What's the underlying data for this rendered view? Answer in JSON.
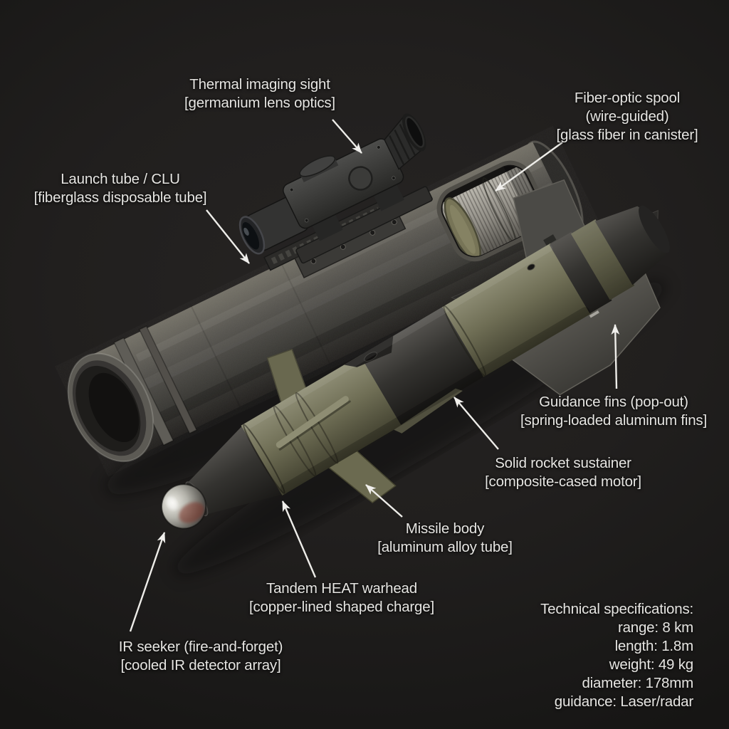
{
  "figure": {
    "subject": "anti-tank missile and launch tube cutaway diagram"
  },
  "labels": {
    "thermal_sight": {
      "line1": "Thermal imaging sight",
      "line2": "[germanium lens optics]"
    },
    "fiber_optic_spool": {
      "line1": "Fiber-optic spool",
      "line2": "(wire-guided)",
      "line3": "[glass fiber in canister]"
    },
    "launch_tube": {
      "line1": "Launch tube / CLU",
      "line2": "[fiberglass disposable tube]"
    },
    "guidance_fins": {
      "line1": "Guidance fins (pop-out)",
      "line2": "[spring-loaded aluminum fins]"
    },
    "solid_rocket": {
      "line1": "Solid rocket sustainer",
      "line2": "[composite-cased motor]"
    },
    "missile_body": {
      "line1": "Missile body",
      "line2": "[aluminum alloy tube]"
    },
    "tandem_heat": {
      "line1": "Tandem HEAT warhead",
      "line2": "[copper-lined shaped charge]"
    },
    "ir_seeker": {
      "line1": "IR seeker (fire-and-forget)",
      "line2": "[cooled IR detector array]"
    }
  },
  "specs": {
    "title": "Technical specifications:",
    "range": "range: 8 km",
    "length": "length: 1.8m",
    "weight": "weight: 49 kg",
    "diameter": "diameter: 178mm",
    "guidance": "guidance: Laser/radar"
  },
  "colors": {
    "background": "#201e1d",
    "text": "#e6e5e2",
    "arrow": "#eeede9",
    "tube_gray": "#4c4a46",
    "gunmetal_dark": "#343330",
    "olive_drab": "#6f6e55",
    "spool_metal": "#9b988f",
    "seeker_dome_red": "#7a3326"
  }
}
